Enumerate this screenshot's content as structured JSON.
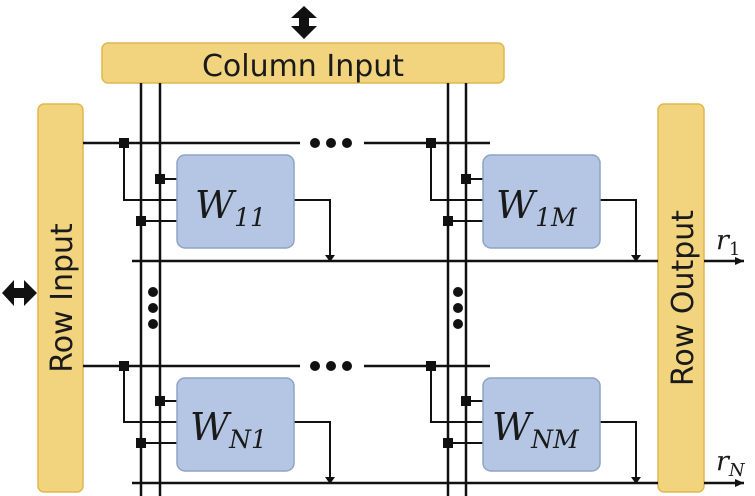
{
  "bars": {
    "column_input": "Column Input",
    "row_input": "Row Input",
    "row_output": "Row Output"
  },
  "cells": [
    {
      "id": "w11",
      "base": "W",
      "sub": "11",
      "sub_italic": false
    },
    {
      "id": "w1m",
      "base": "W",
      "sub_prefix": "1",
      "sub_italic_part": "M"
    },
    {
      "id": "wn1",
      "base": "W",
      "sub_italic_part_first": "N",
      "sub_suffix": "1"
    },
    {
      "id": "wnm",
      "base": "W",
      "sub_italic_part": "NM"
    }
  ],
  "outputs": [
    {
      "base": "r",
      "sub": "1",
      "sub_italic": false
    },
    {
      "base": "r",
      "sub": "N",
      "sub_italic": true
    }
  ],
  "colors": {
    "bar_fill": "#f2d37e",
    "bar_stroke": "#e0b84e",
    "cell_fill": "#b4c6e3",
    "cell_stroke": "#8ea3c3",
    "line": "#111111"
  }
}
